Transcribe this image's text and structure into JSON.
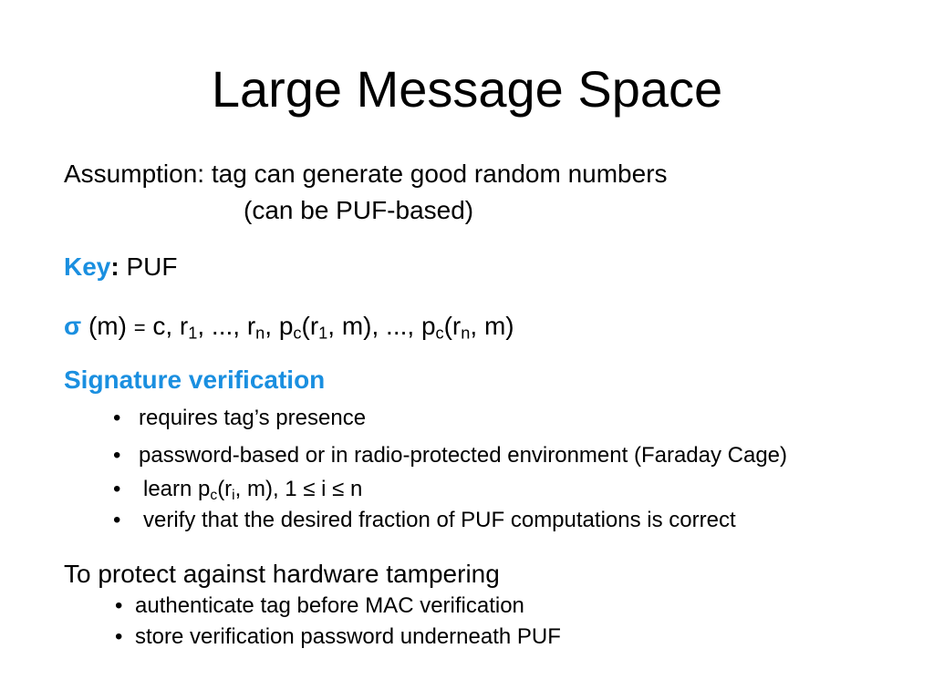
{
  "slide": {
    "title": "Large Message Space",
    "assumption": {
      "label": "Assumption:",
      "line1": "tag can generate good random numbers",
      "line2": "(can be PUF-based)"
    },
    "key": {
      "label": "Key",
      "colon": ":",
      "value": "PUF"
    },
    "sigma": {
      "symbol": "σ",
      "text_m": "(m)",
      "eq": "=",
      "c": "c, r",
      "s1": "1",
      "t2": ", ..., r",
      "sn": "n",
      "t3": ", p",
      "sc1": "c",
      "t4": "(r",
      "s1b": "1",
      "t5": ", m), ..., p",
      "sc2": "c",
      "t6": "(r",
      "snb": "n",
      "t7": ", m)"
    },
    "verification": {
      "heading": "Signature verification",
      "bullet_char": "•",
      "item1": "requires tag’s presence",
      "item2": "password-based or in radio-protected environment (Faraday Cage)",
      "item3": {
        "a": "learn p",
        "sub_c": "c",
        "b": "(r",
        "sub_i": "i",
        "c": ", m), 1 ≤ i ≤ n"
      },
      "item4": "verify that the desired fraction of PUF computations is correct"
    },
    "tamper": {
      "heading": "To protect against hardware tampering",
      "item1": "authenticate tag before MAC verification",
      "item2": "store verification password underneath PUF"
    },
    "colors": {
      "accent": "#1a8fe0",
      "text": "#000000",
      "background": "#ffffff"
    }
  }
}
